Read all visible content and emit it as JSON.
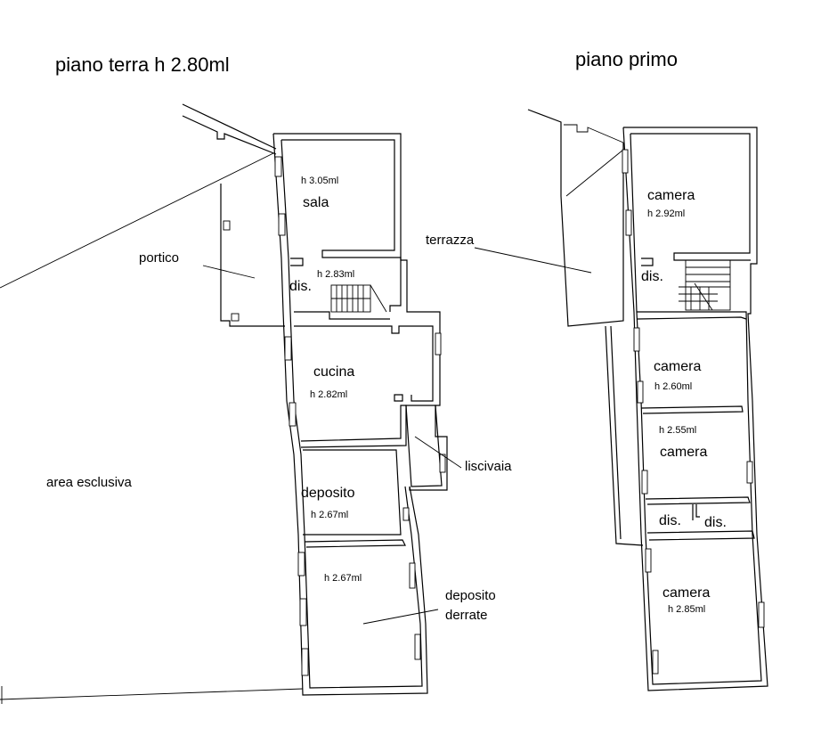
{
  "titles": {
    "ground": "piano terra h 2.80ml",
    "first": "piano primo"
  },
  "ground_floor": {
    "sala": {
      "name": "sala",
      "height": "h 3.05ml"
    },
    "dis": {
      "name": "dis.",
      "height": "h 2.83ml"
    },
    "cucina": {
      "name": "cucina",
      "height": "h 2.82ml"
    },
    "deposito": {
      "name": "deposito",
      "height": "h 2.67ml"
    },
    "deposito_derrate": {
      "name_line1": "deposito",
      "name_line2": "derrate",
      "height": "h 2.67ml"
    },
    "portico": "portico",
    "liscivaia": "liscivaia",
    "area": "area esclusiva"
  },
  "first_floor": {
    "camera1": {
      "name": "camera",
      "height": "h 2.92ml"
    },
    "dis": "dis.",
    "terrazza": "terrazza",
    "camera2": {
      "name": "camera",
      "height": "h 2.60ml"
    },
    "camera3": {
      "name": "camera",
      "height": "h 2.55ml"
    },
    "dis_a": "dis.",
    "dis_b": "dis.",
    "camera4": {
      "name": "camera",
      "height": "h 2.85ml"
    }
  }
}
